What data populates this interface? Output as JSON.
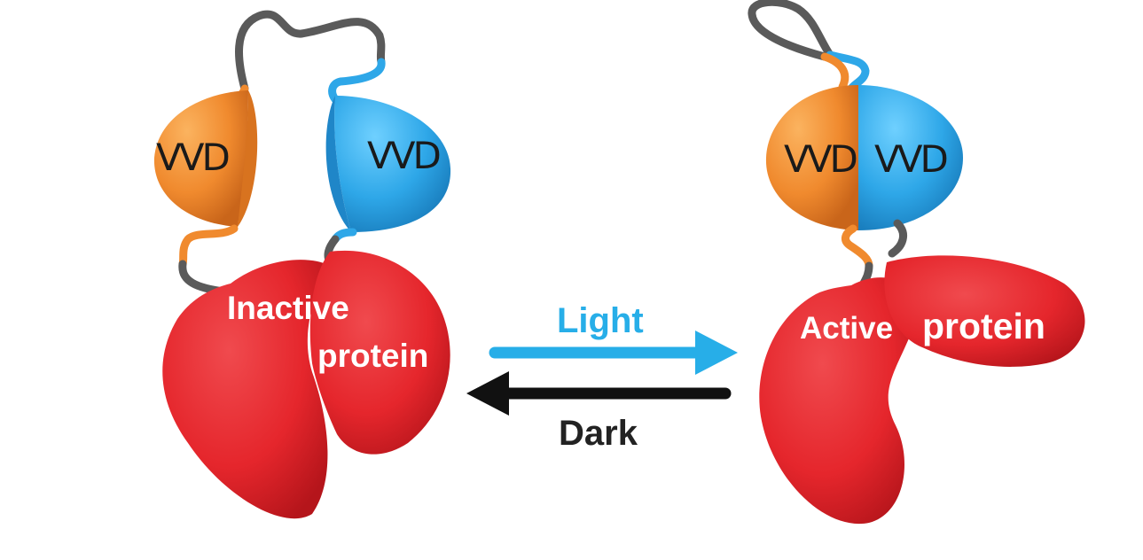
{
  "colors": {
    "orange": "#f08a2e",
    "blue": "#2ea7e8",
    "red": "#e5262c",
    "linker": "#5a5a5a",
    "light_arrow": "#27aee8",
    "dark_arrow": "#111111"
  },
  "inactive": {
    "vvd_left": "VVD",
    "vvd_right": "VVD",
    "label_line1": "Inactive",
    "label_line2": "protein"
  },
  "active": {
    "vvd_left": "VVD",
    "vvd_right": "VVD",
    "label_word1": "Active",
    "label_word2": "protein"
  },
  "transition": {
    "light_label": "Light",
    "dark_label": "Dark"
  }
}
